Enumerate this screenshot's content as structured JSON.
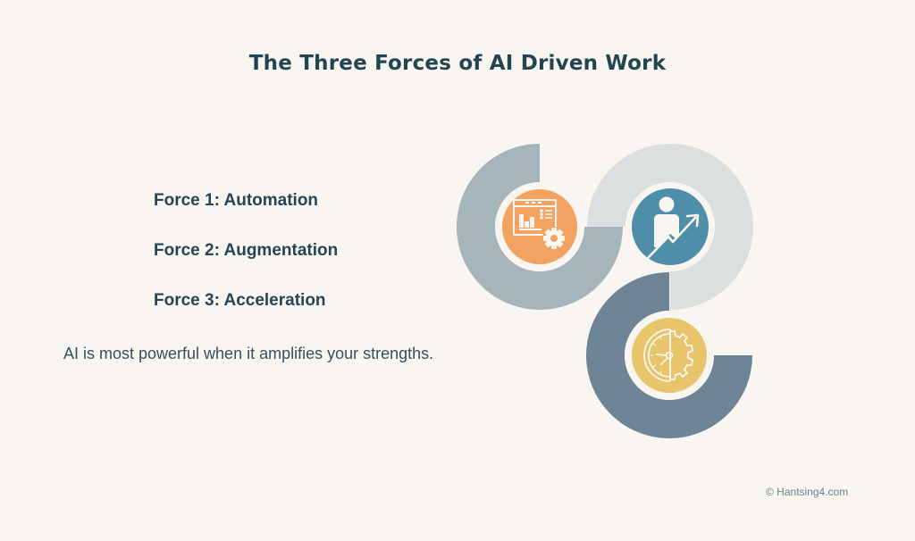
{
  "title": "The Three Forces of AI Driven Work",
  "forces": [
    {
      "label": "Force 1: Automation",
      "icon": "dashboard-gear-icon",
      "color": "#f2a362",
      "ring_color": "#a6b4bb"
    },
    {
      "label": "Force 2: Augmentation",
      "icon": "person-growth-arrow-icon",
      "color": "#4e8ea9",
      "ring_color": "#dbdfe0"
    },
    {
      "label": "Force 3: Acceleration",
      "icon": "clock-gear-icon",
      "color": "#e8c46a",
      "ring_color": "#6e8597"
    }
  ],
  "tagline": "AI is most powerful when it amplifies your strengths.",
  "credit": "© Hantsing4.com",
  "colors": {
    "background": "#f9f6f2",
    "text_dark": "#234552"
  }
}
